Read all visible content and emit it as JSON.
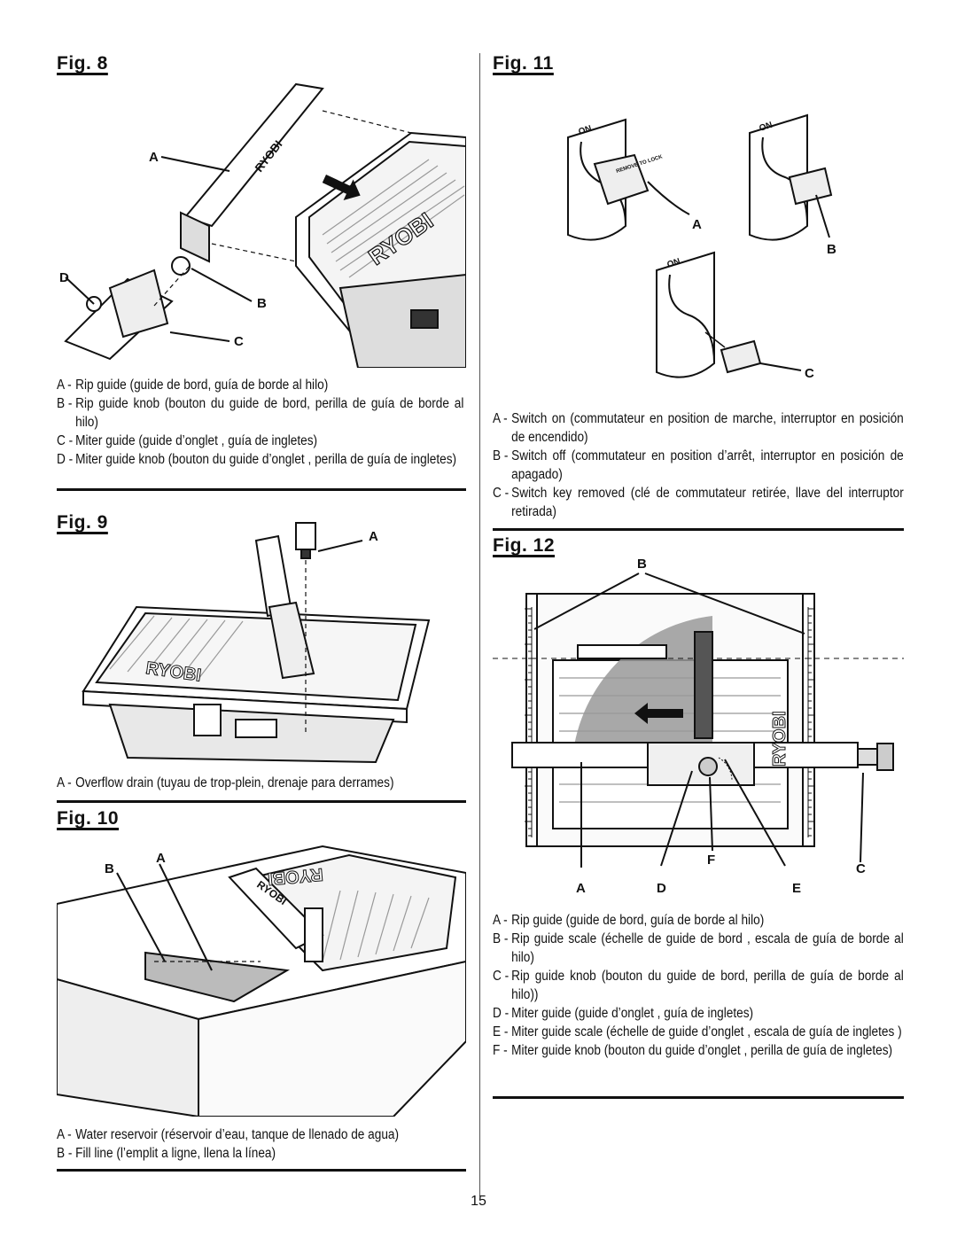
{
  "page_number": "15",
  "fig8": {
    "title": "Fig. 8",
    "callouts": {
      "a": "A",
      "b": "B",
      "c": "C",
      "d": "D"
    },
    "brand": "RYOBI",
    "legend": [
      {
        "key": "A -",
        "text": "Rip guide (guide de bord, guía de borde al hilo)"
      },
      {
        "key": "B -",
        "text": "Rip guide knob (bouton du guide de bord, perilla de guía de borde al hilo)"
      },
      {
        "key": "C -",
        "text": "Miter guide (guide d’onglet , guía de ingletes)"
      },
      {
        "key": "D -",
        "text": "Miter guide knob (bouton du guide d’onglet , perilla de guía de ingletes)"
      }
    ]
  },
  "fig9": {
    "title": "Fig. 9",
    "callouts": {
      "a": "A"
    },
    "brand": "RYOBI",
    "legend": [
      {
        "key": "A -",
        "text": "Overflow drain (tuyau de trop-plein, drenaje para derrames)"
      }
    ]
  },
  "fig10": {
    "title": "Fig. 10",
    "callouts": {
      "a": "A",
      "b": "B"
    },
    "brand": "RYOBI",
    "legend": [
      {
        "key": "A -",
        "text": "Water reservoir (réservoir d’eau, tanque de llenado de agua)"
      },
      {
        "key": "B -",
        "text": "Fill line (l’emplit a ligne, llena la línea)"
      }
    ]
  },
  "fig11": {
    "title": "Fig. 11",
    "callouts": {
      "a": "A",
      "b": "B",
      "c": "C"
    },
    "switch_label": "ON",
    "key_label": "REMOVE TO LOCK",
    "legend": [
      {
        "key": "A -",
        "text": "Switch on (commutateur en position de marche, interruptor en posición de encendido)"
      },
      {
        "key": "B -",
        "text": "Switch off (commutateur en position d’arrêt, interruptor en posición de apagado)"
      },
      {
        "key": "C -",
        "text": "Switch key removed (clé de commutateur retirée, llave del interruptor retirada)"
      }
    ]
  },
  "fig12": {
    "title": "Fig. 12",
    "callouts": {
      "a": "A",
      "b": "B",
      "c": "C",
      "d": "D",
      "e": "E",
      "f": "F"
    },
    "brand": "RYOBI",
    "legend": [
      {
        "key": "A -",
        "text": "Rip guide (guide de bord, guía de borde al hilo)"
      },
      {
        "key": "B -",
        "text": "Rip guide scale (échelle de guide de bord , escala de guía de borde al hilo)"
      },
      {
        "key": "C -",
        "text": "Rip guide knob (bouton du guide de bord, perilla de guía de borde al hilo))"
      },
      {
        "key": "D -",
        "text": "Miter guide (guide d’onglet , guía de ingletes)"
      },
      {
        "key": "E -",
        "text": "Miter guide scale (échelle de guide d’onglet , escala de guía de ingletes )"
      },
      {
        "key": "F -",
        "text": "Miter guide knob (bouton du guide d’onglet , perilla de guía de ingletes)"
      }
    ]
  }
}
